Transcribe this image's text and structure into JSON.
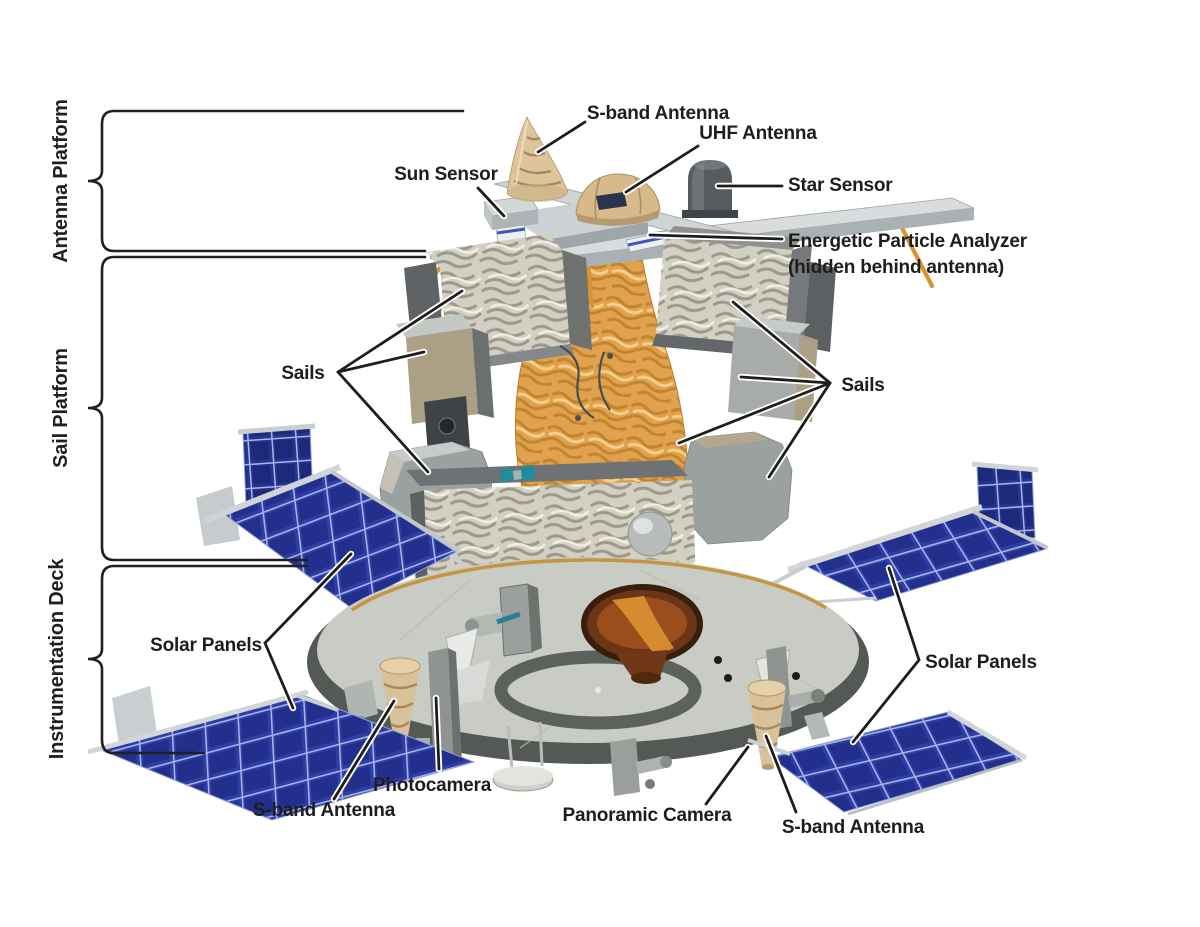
{
  "diagram": {
    "subject": "Labeled spacecraft configuration diagram",
    "sections": [
      {
        "label": "Antenna Platform"
      },
      {
        "label": "Sail Platform"
      },
      {
        "label": "Instrumentation Deck"
      }
    ],
    "callouts": {
      "s_band_antenna_top": "S-band Antenna",
      "uhf_antenna": "UHF Antenna",
      "sun_sensor": "Sun Sensor",
      "star_sensor": "Star Sensor",
      "energetic_particle_analyzer": "Energetic Particle Analyzer",
      "energetic_particle_analyzer_note": "(hidden behind antenna)",
      "sails_left": "Sails",
      "sails_right": "Sails",
      "solar_panels_left": "Solar Panels",
      "solar_panels_right": "Solar Panels",
      "photocamera": "Photocamera",
      "s_band_antenna_lower_left": "S-band Antenna",
      "panoramic_camera": "Panoramic Camera",
      "s_band_antenna_lower_right": "S-band Antenna"
    },
    "colors": {
      "background": "#ffffff",
      "line": "#231f20",
      "solar_panel_blue": "#2e3ea6",
      "foil_gold": "#e0a14b",
      "antenna_tan": "#d9c199",
      "structure_gray": "#c9ccc4",
      "horn_copper": "#9a4e1d"
    }
  }
}
